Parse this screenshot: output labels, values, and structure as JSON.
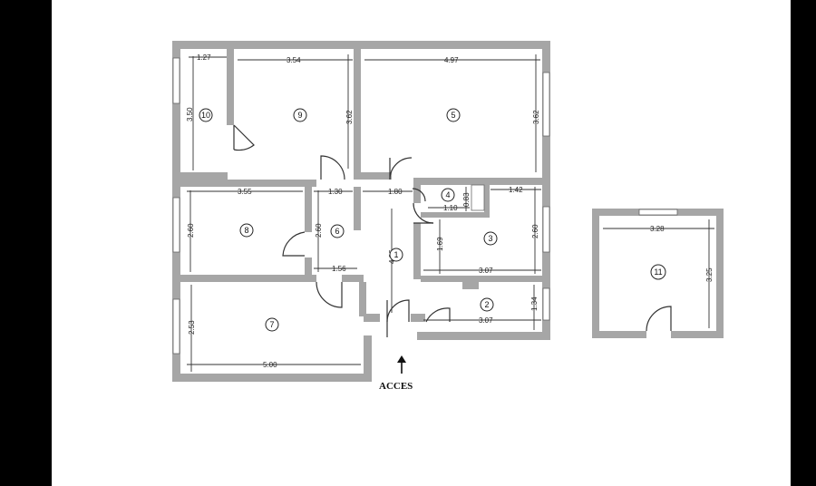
{
  "access_label": "ACCES",
  "rooms": [
    {
      "id": "1",
      "label": "1"
    },
    {
      "id": "2",
      "label": "2"
    },
    {
      "id": "3",
      "label": "3"
    },
    {
      "id": "4",
      "label": "4"
    },
    {
      "id": "5",
      "label": "5"
    },
    {
      "id": "6",
      "label": "6"
    },
    {
      "id": "7",
      "label": "7"
    },
    {
      "id": "8",
      "label": "8"
    },
    {
      "id": "9",
      "label": "9"
    },
    {
      "id": "10",
      "label": "10"
    },
    {
      "id": "11",
      "label": "11"
    }
  ],
  "dimensions": {
    "d10_w": "1.27",
    "d10_h": "3.50",
    "d9_w": "3.54",
    "d9_h": "3.62",
    "d5_w": "4.97",
    "d5_h": "3.62",
    "d8_w": "3.55",
    "d8_h": "2.60",
    "d6_w": "1.30",
    "d6_h": "2.60",
    "d1_w": "1.80",
    "d1_h": "4.06",
    "d4_w": "1.10",
    "d4_h": "0.83",
    "d3_top": "1.42",
    "d3_h": "2.60",
    "d3_inner": "1.69",
    "d3_w": "3.07",
    "d_hall": "1.56",
    "d2_w": "3.07",
    "d2_h": "1.34",
    "d7_w": "5.00",
    "d7_h": "2.53",
    "d11_w": "3.28",
    "d11_h": "3.25"
  }
}
